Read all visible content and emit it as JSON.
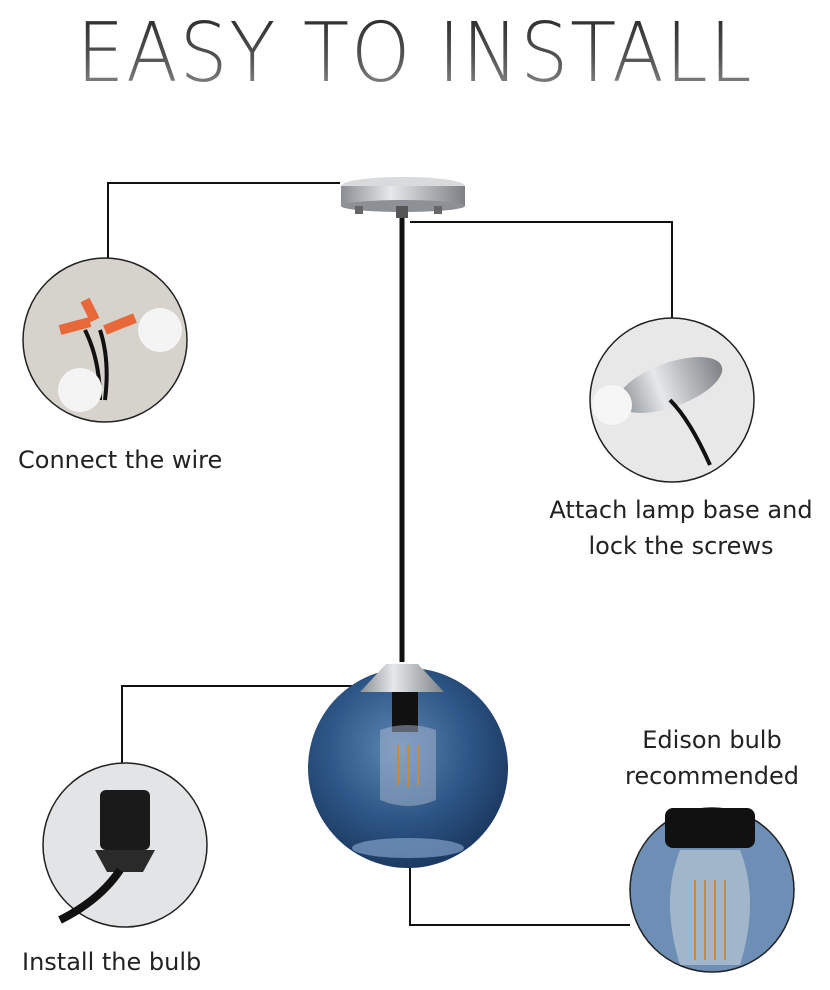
{
  "title": "EASY TO INSTALL",
  "steps": {
    "connect_wire": "Connect the wire",
    "attach_base_line1": "Attach lamp base and",
    "attach_base_line2": "lock the screws",
    "edison_line1": "Edison bulb",
    "edison_line2": "recommended",
    "install_bulb": "Install the bulb"
  },
  "colors": {
    "shade": "#2d5686",
    "line": "#111111",
    "metal": "#b8bcc0"
  }
}
